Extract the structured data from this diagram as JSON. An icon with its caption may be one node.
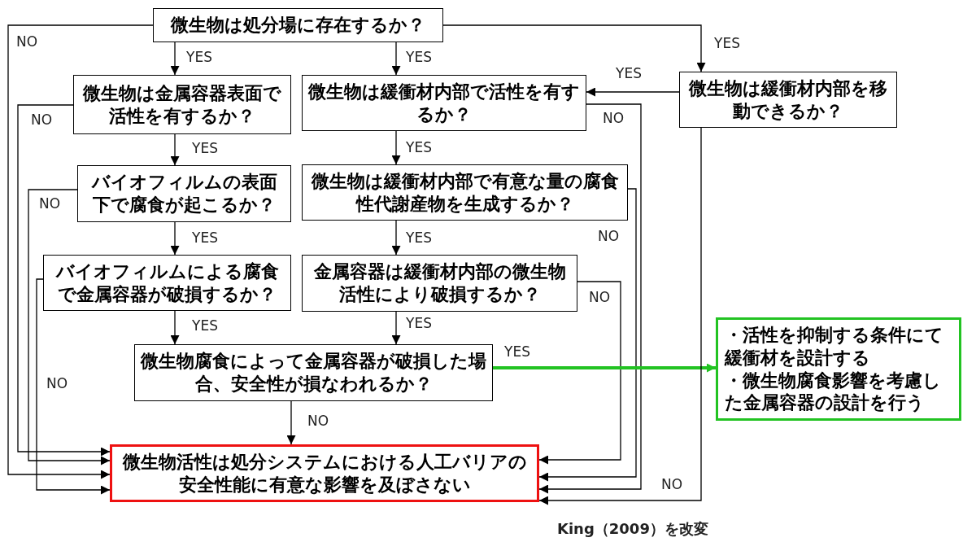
{
  "diagram": {
    "nodes": [
      {
        "text": [
          "微生物は処分場に存在するか？"
        ]
      },
      {
        "text": [
          "微生物は金属容器表面で活性を有するか？"
        ]
      },
      {
        "text": [
          "微生物は緩衝材内部で活性を有するか？"
        ]
      },
      {
        "text": [
          "微生物は緩衝材内部を移動できるか？"
        ]
      },
      {
        "text": [
          "バイオフィルムの表面下で腐食が起こるか？"
        ]
      },
      {
        "text": [
          "微生物は緩衝材内部で有意な量の腐食性代謝産物を生成するか？"
        ]
      },
      {
        "text": [
          "バイオフィルムによる腐食で金属容器が破損するか？"
        ]
      },
      {
        "text": [
          "金属容器は緩衝材内部の微生物活性により破損するか？"
        ]
      },
      {
        "text": [
          "微生物腐食によって金属容器が破損した場合、安全性が損なわれるか？"
        ]
      },
      {
        "text": [
          "微生物活性は処分システムにおける人工バリアの安全性能に有意な影響を及ぼさない"
        ]
      },
      {
        "text": [
          "・活性を抑制する条件にて緩衝材を設計する",
          "・微生物腐食影響を考慮した金属容器の設計を行う"
        ]
      }
    ],
    "edges": [
      {
        "from": 0,
        "to": 1,
        "arrow": "to",
        "label": "YES"
      },
      {
        "from": 0,
        "to": 2,
        "arrow": "to",
        "label": "YES"
      },
      {
        "from": 0,
        "to": 3,
        "arrow": "to",
        "label": "YES"
      },
      {
        "from": 0,
        "to": 9,
        "arrow": "to",
        "label": "NO"
      },
      {
        "from": 1,
        "to": 4,
        "arrow": "to",
        "label": "YES"
      },
      {
        "from": 1,
        "to": 9,
        "arrow": "to",
        "label": "NO"
      },
      {
        "from": 4,
        "to": 6,
        "arrow": "to",
        "label": "YES"
      },
      {
        "from": 4,
        "to": 9,
        "arrow": "to",
        "label": "NO"
      },
      {
        "from": 6,
        "to": 8,
        "arrow": "to",
        "label": "YES"
      },
      {
        "from": 6,
        "to": 9,
        "arrow": "to",
        "label": "NO"
      },
      {
        "from": 3,
        "to": 2,
        "arrow": "to",
        "label": "YES"
      },
      {
        "from": 2,
        "to": 5,
        "arrow": "to",
        "label": "YES"
      },
      {
        "from": 2,
        "to": 9,
        "arrow": "to",
        "label": "NO"
      },
      {
        "from": 5,
        "to": 7,
        "arrow": "to",
        "label": "YES"
      },
      {
        "from": 5,
        "to": 9,
        "arrow": "to",
        "label": "NO"
      },
      {
        "from": 7,
        "to": 8,
        "arrow": "to",
        "label": "YES"
      },
      {
        "from": 7,
        "to": 9,
        "arrow": "to",
        "label": "NO"
      },
      {
        "from": 8,
        "to": 9,
        "arrow": "to",
        "label": "NO"
      },
      {
        "from": 8,
        "to": 10,
        "arrow": "to",
        "label": "YES",
        "style": "thick",
        "color": "#22c322"
      },
      {
        "from": 3,
        "to": 9,
        "arrow": "to",
        "label": "NO"
      }
    ],
    "labels": [
      "King（2009）を改変"
    ]
  }
}
